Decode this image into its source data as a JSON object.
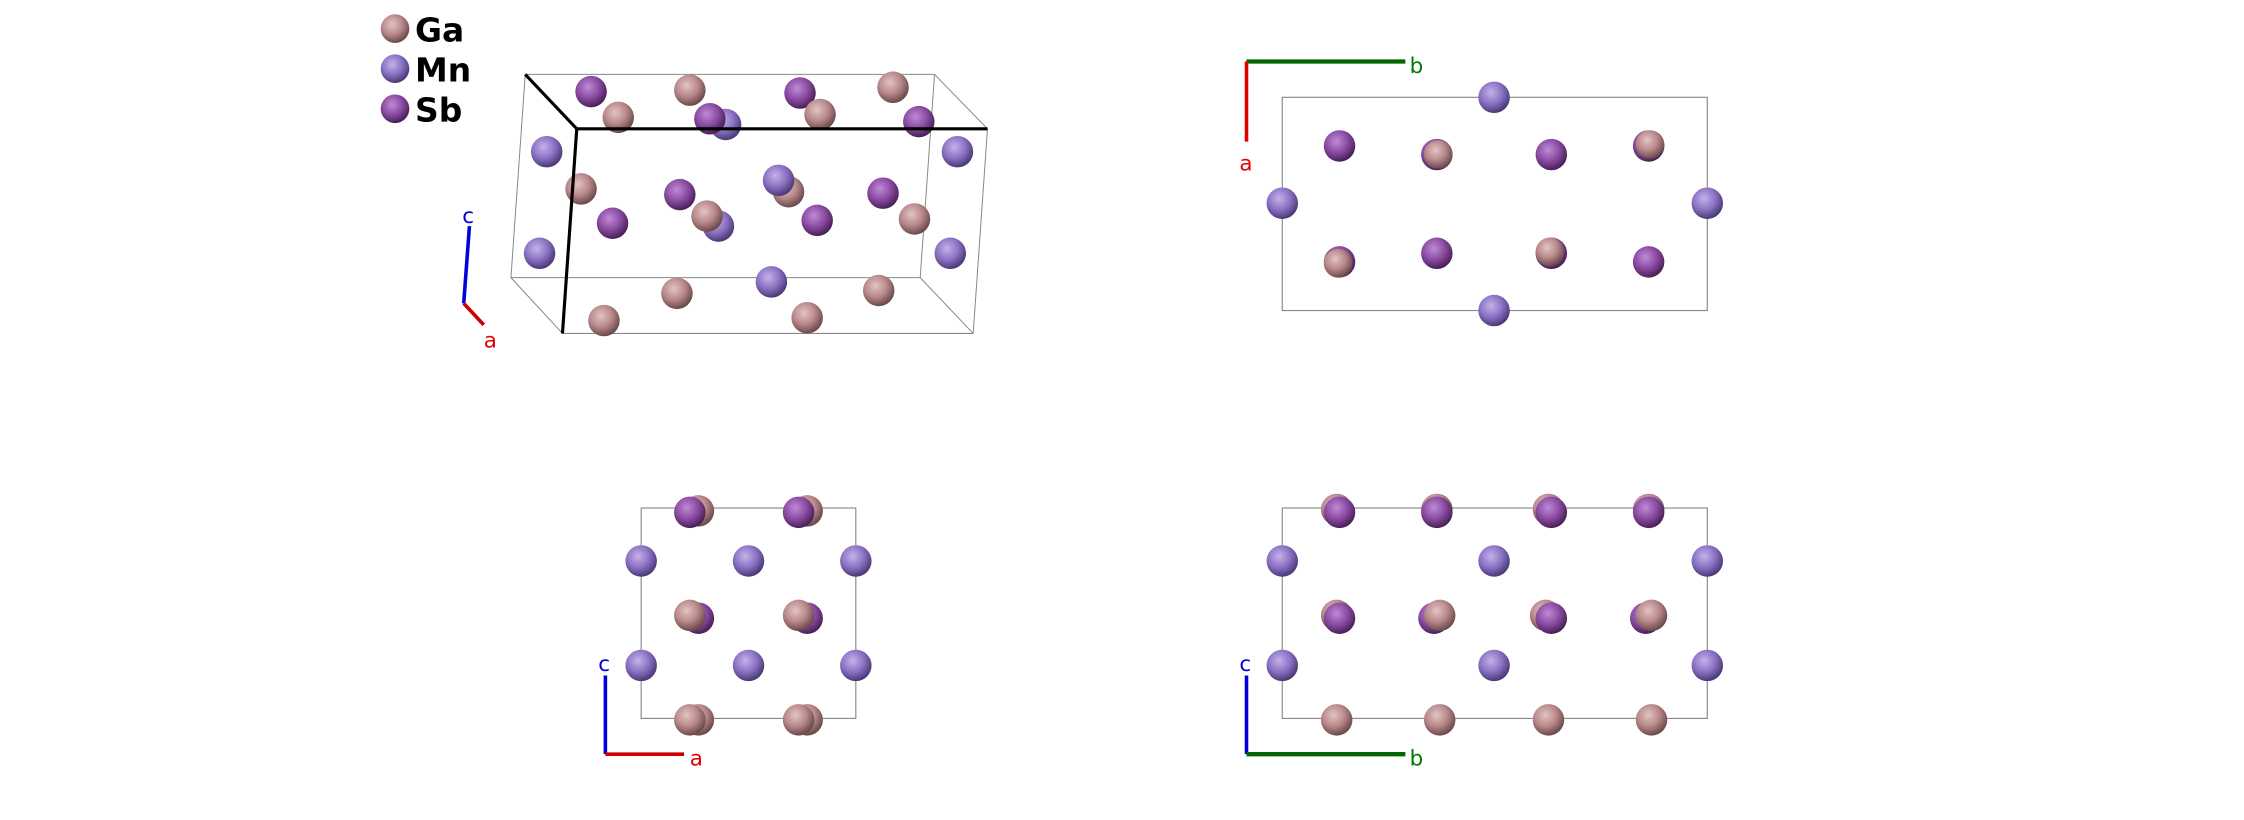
{
  "legend": {
    "items": [
      {
        "label": "Ga",
        "color": "#b8888a"
      },
      {
        "label": "Mn",
        "color": "#8c72c4"
      },
      {
        "label": "Sb",
        "color": "#8b4ca3"
      }
    ]
  },
  "axes": {
    "a": {
      "label": "a",
      "color": "#e00000"
    },
    "b": {
      "label": "b",
      "color": "#007a00"
    },
    "c": {
      "label": "c",
      "color": "#0000dd"
    }
  },
  "panels": [
    {
      "view": "perspective",
      "axis_labels": [
        "c",
        "a"
      ]
    },
    {
      "view": "along-c",
      "axis_labels": [
        "b",
        "a"
      ]
    },
    {
      "view": "along-b",
      "axis_labels": [
        "c",
        "a"
      ]
    },
    {
      "view": "along-a",
      "axis_labels": [
        "c",
        "b"
      ]
    }
  ]
}
